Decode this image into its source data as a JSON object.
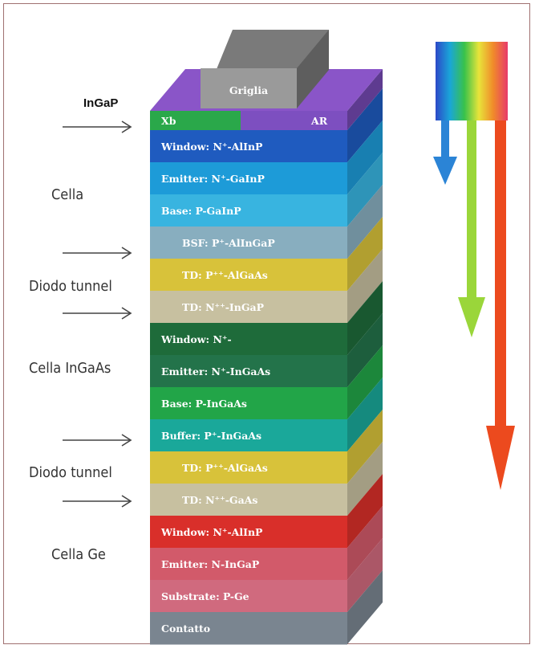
{
  "top_label": "InGaP",
  "left_labels": [
    "Cella",
    "Diodo tunnel",
    "Cella InGaAs",
    "Diodo tunnel",
    "Cella Ge"
  ],
  "contact_label": "Griglia",
  "top_layer": {
    "left": "Xb",
    "right": "AR",
    "left_color": "#2aa84a",
    "right_color": "#7d4fc0"
  },
  "layers": [
    {
      "label": "Window: N⁺-AlInP",
      "color": "#1f5bbf"
    },
    {
      "label": "Emitter: N⁺-GaInP",
      "color": "#1d9bd8"
    },
    {
      "label": "Base: P-GaInP",
      "color": "#38b4e0"
    },
    {
      "label": "BSF: P⁺-AlInGaP",
      "color": "#88aebf"
    },
    {
      "label": "TD: P⁺⁺-AlGaAs",
      "color": "#d8c23a"
    },
    {
      "label": "TD: N⁺⁺-InGaP",
      "color": "#c7c0a0"
    },
    {
      "label": "Window: N⁺-",
      "color": "#1e6b3a"
    },
    {
      "label": "Emitter: N⁺-InGaAs",
      "color": "#23734a"
    },
    {
      "label": "Base: P-InGaAs",
      "color": "#22a548"
    },
    {
      "label": "Buffer: P⁺-InGaAs",
      "color": "#1aa89a"
    },
    {
      "label": "TD: P⁺⁺-AlGaAs",
      "color": "#d8c23a"
    },
    {
      "label": "TD: N⁺⁺-GaAs",
      "color": "#c7c0a0"
    },
    {
      "label": "Window: N⁺-AlInP",
      "color": "#d92f2a"
    },
    {
      "label": "Emitter: N-InGaP",
      "color": "#d25a6a"
    },
    {
      "label": "Substrate: P-Ge",
      "color": "#d06a7e"
    },
    {
      "label": "Contatto",
      "color": "#7a8590"
    }
  ],
  "arrows": [
    {
      "name": "blue-arrow",
      "color": "#2b84d6"
    },
    {
      "name": "green-arrow",
      "color": "#9ad63a"
    },
    {
      "name": "orange-arrow",
      "color": "#ec4a1e"
    }
  ]
}
